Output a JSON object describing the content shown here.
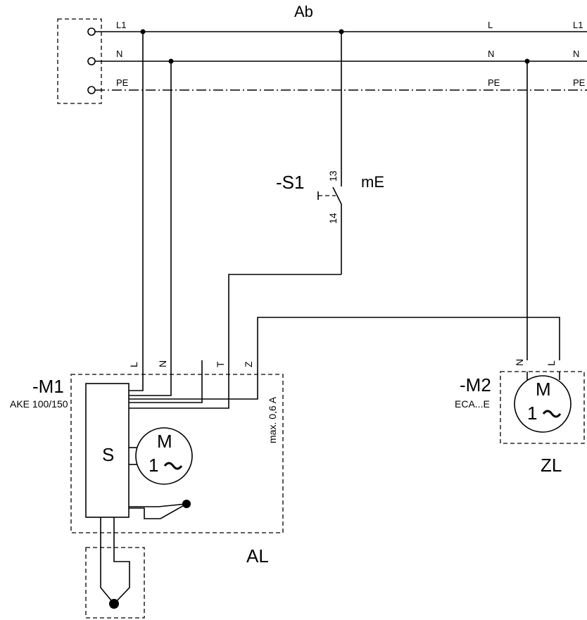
{
  "bus": {
    "title": "Ab",
    "left_labels": [
      "L1",
      "N",
      "PE"
    ],
    "right_inner_labels": [
      "L",
      "N",
      "PE"
    ],
    "right_outer_labels": [
      "L1",
      "N",
      "PE"
    ]
  },
  "switch": {
    "name": "-S1",
    "terminal_top": "13",
    "terminal_bottom": "14",
    "label": "mE"
  },
  "m1": {
    "name": "-M1",
    "model": "AKE 100/150",
    "terminals": [
      "L",
      "N",
      "T",
      "Z"
    ],
    "controller": "S",
    "motor_line1": "M",
    "motor_line2": "1",
    "rating": "max. 0,6 A",
    "zone": "AL"
  },
  "m2": {
    "name": "-M2",
    "model": "ECA...E",
    "terminals": [
      "N",
      "L"
    ],
    "motor_line1": "M",
    "motor_line2": "1",
    "zone": "ZL"
  }
}
